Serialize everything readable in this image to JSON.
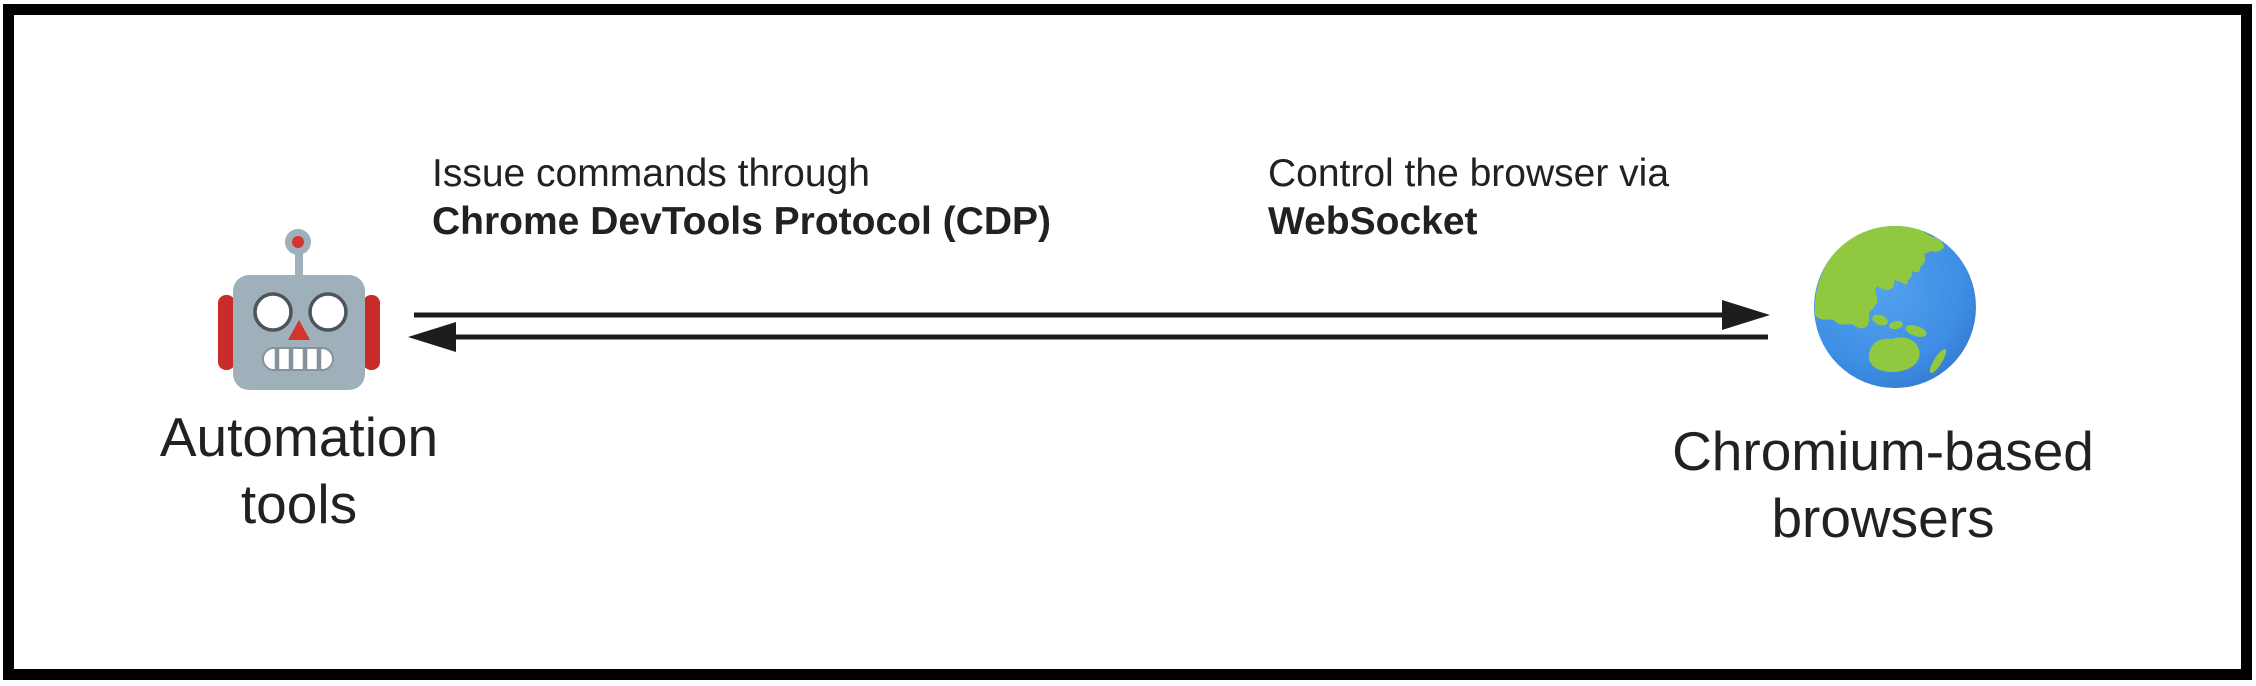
{
  "diagram": {
    "left_node": {
      "label": "Automation tools",
      "icon": "robot-face"
    },
    "right_node": {
      "label": "Chromium-based browsers",
      "icon": "globe-showing-asia-australia"
    },
    "forward_link": {
      "text": "Issue commands through",
      "text_bold": "Chrome DevTools Protocol (CDP)",
      "direction": "left-to-right"
    },
    "reverse_link": {
      "text": "Control the browser via",
      "text_bold": "WebSocket",
      "direction": "right-to-left"
    },
    "colors": {
      "text": "#212121",
      "arrow": "#1d1d1d",
      "frame": "#000000",
      "robot_head": "#9fb0ba",
      "robot_red": "#c92b28",
      "globe_ocean": "#3e8ee5",
      "globe_land": "#90c840"
    }
  }
}
